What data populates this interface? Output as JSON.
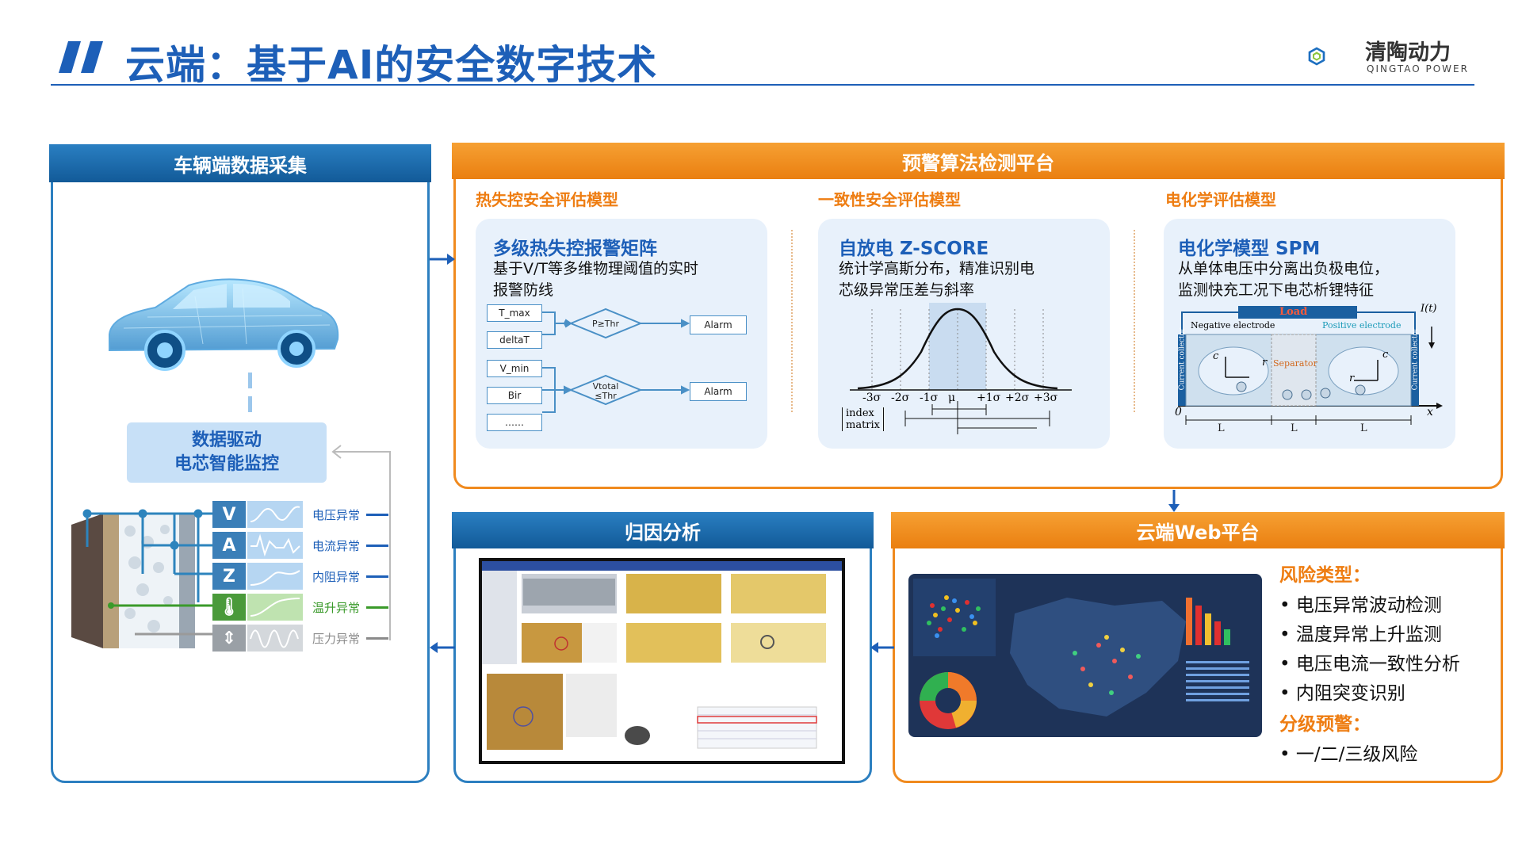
{
  "title": "云端：基于AI的安全数字技术",
  "logo": {
    "cn": "清陶动力",
    "en": "QINGTAO POWER"
  },
  "left_panel": {
    "header": "车辆端数据采集",
    "ai_box": {
      "line1": "数据驱动",
      "line2": "电芯智能监控"
    },
    "anomalies": [
      {
        "label": "电压异常",
        "symbol": "V",
        "color": "#1d5fb8"
      },
      {
        "label": "电流异常",
        "symbol": "A",
        "color": "#1d5fb8"
      },
      {
        "label": "内阻异常",
        "symbol": "Z",
        "color": "#1d5fb8"
      },
      {
        "label": "温升异常",
        "symbol": "thermometer",
        "color": "#3a9a2a"
      },
      {
        "label": "压力异常",
        "symbol": "pressure",
        "color": "#8a8a8a"
      }
    ]
  },
  "top_panel": {
    "header": "预警算法检测平台",
    "col1": {
      "subtitle": "热失控安全评估模型",
      "card_title": "多级热失控报警矩阵",
      "card_desc_line1": "基于V/T等多维物理阈值的实时",
      "card_desc_line2": "报警防线",
      "inputs": [
        "T_max",
        "deltaT",
        "V_min",
        "Bir",
        "……"
      ],
      "cond1": "P≥Thr",
      "cond2_line1": "Vtotal",
      "cond2_line2": "≤Thr",
      "alarm": "Alarm"
    },
    "col2": {
      "subtitle": "一致性安全评估模型",
      "card_title": "自放电 Z-SCORE",
      "card_desc_line1": "统计学高斯分布，精准识别电",
      "card_desc_line2": "芯级异常压差与斜率",
      "sigma_labels": [
        "-3σ",
        "-2σ",
        "-1σ",
        "μ",
        "+1σ",
        "+2σ",
        "+3σ"
      ],
      "index_label_line1": "index",
      "index_label_line2": "matrix"
    },
    "col3": {
      "subtitle": "电化学评估模型",
      "card_title": "电化学模型 SPM",
      "card_desc_line1": "从单体电压中分离出负极电位，",
      "card_desc_line2": "监测快充工况下电芯析锂特征",
      "load": "Load",
      "neg": "Negative electrode",
      "pos": "Positive electrode",
      "separator": "Separator",
      "current_collector": "Current collector",
      "i_t": "I(t)",
      "origin": "0",
      "x": "x",
      "cn": "c",
      "cp": "c",
      "r": "r"
    }
  },
  "attribution_panel": {
    "header": "归因分析"
  },
  "web_panel": {
    "header": "云端Web平台",
    "risk_type_title": "风险类型：",
    "risk_types": [
      "电压异常波动检测",
      "温度异常上升监测",
      "电压电流一致性分析",
      "内阻突变识别"
    ],
    "level_title": "分级预警：",
    "levels": [
      "一/二/三级风险"
    ]
  }
}
